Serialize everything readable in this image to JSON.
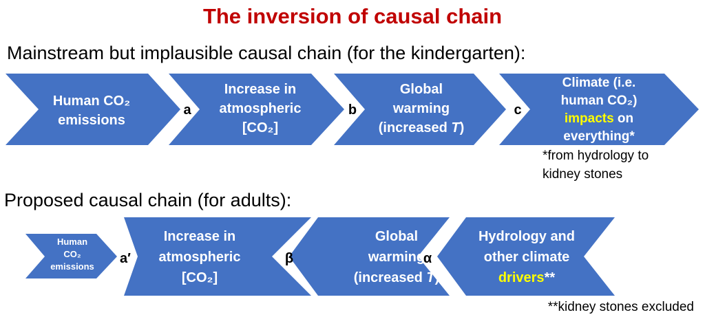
{
  "title": "The inversion of causal chain",
  "mainstream": {
    "heading": "Mainstream but implausible causal chain (for the kindergarten):",
    "boxes": [
      {
        "lines": [
          "Human CO₂",
          "emissions"
        ]
      },
      {
        "lines": [
          "Increase in",
          "atmospheric",
          "[CO₂]"
        ]
      },
      {
        "lines": [
          "Global",
          "warming",
          "(increased ",
          "T",
          ")"
        ]
      },
      {
        "lines": [
          "Climate (i.e.",
          "human CO₂)",
          "impacts",
          " on",
          "everything*"
        ]
      }
    ],
    "links": [
      "a",
      "b",
      "c"
    ],
    "footnote": [
      "*from hydrology to",
      "kidney stones"
    ]
  },
  "proposed": {
    "heading": "Proposed causal chain (for adults):",
    "boxes": [
      {
        "lines": [
          "Human",
          "CO₂",
          "emissions"
        ]
      },
      {
        "lines": [
          "Increase in",
          "atmospheric",
          "[CO₂]"
        ]
      },
      {
        "lines": [
          "Global",
          "warming",
          "(increased ",
          "T",
          ")"
        ]
      },
      {
        "lines": [
          "Hydrology and",
          "other climate",
          "drivers",
          "**"
        ]
      }
    ],
    "links": [
      "a′",
      "β",
      "α"
    ],
    "footnote": "**kidney stones excluded"
  },
  "colors": {
    "title": "#c00000",
    "box": "#4472c4",
    "highlight": "#ffff00"
  }
}
